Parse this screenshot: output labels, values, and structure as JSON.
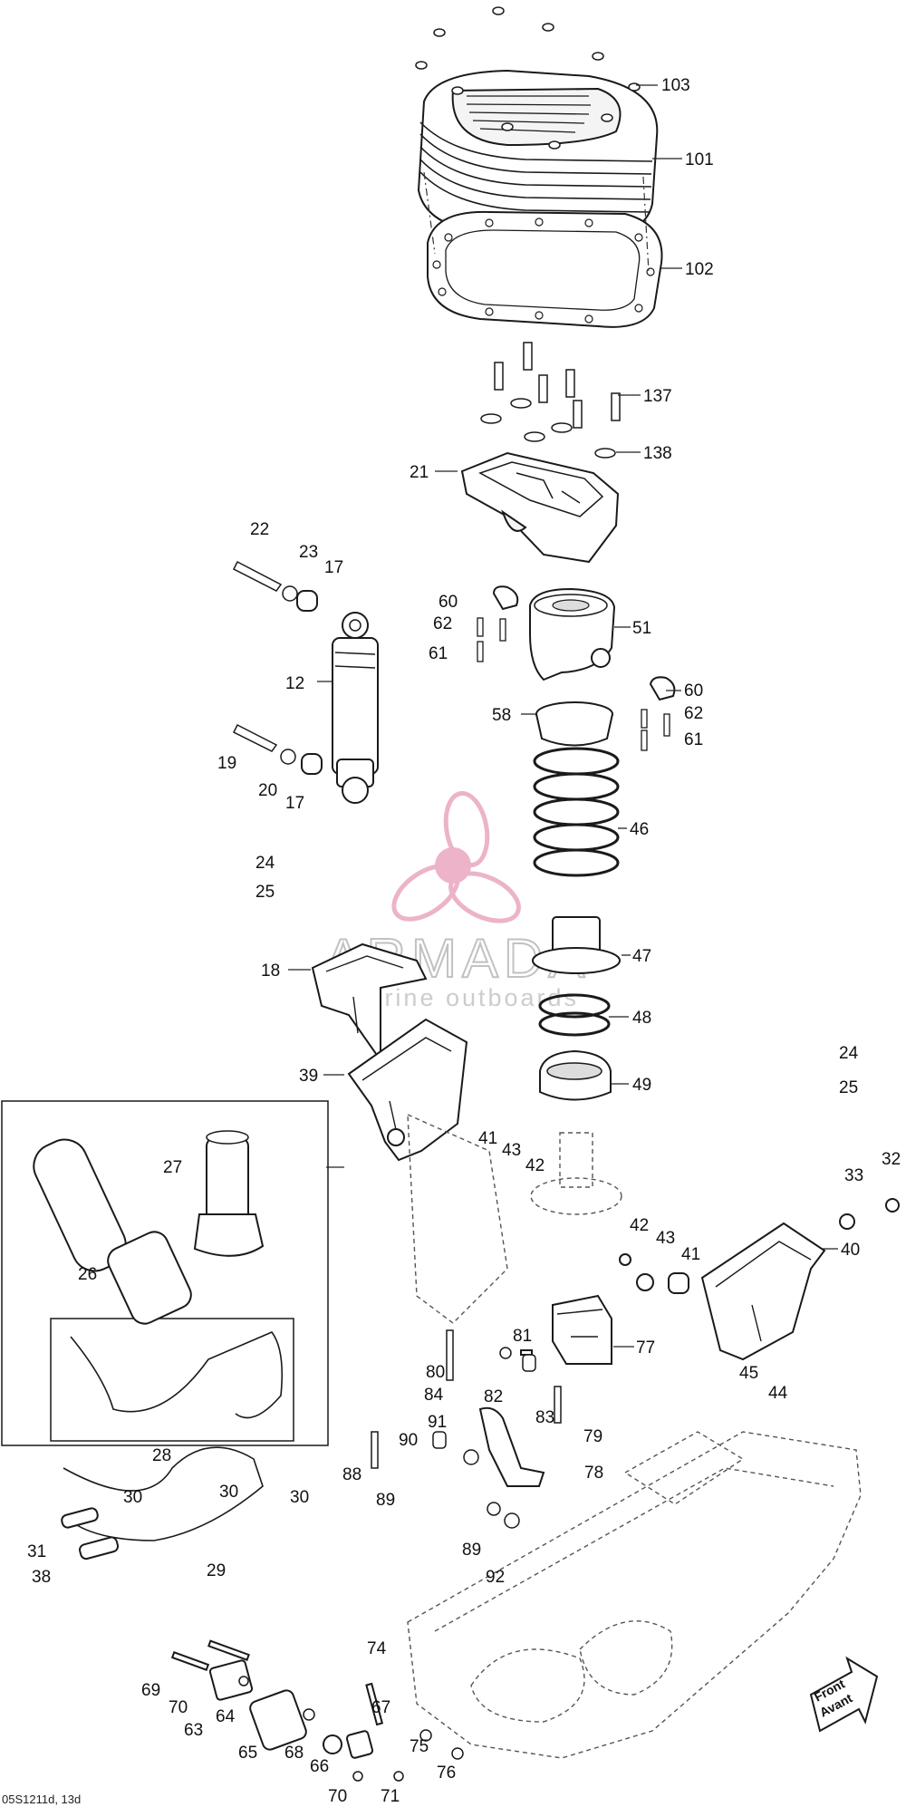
{
  "watermark": {
    "brand": "ARMADA",
    "tagline": "marine outboards",
    "accent_color": "#e9a6c0"
  },
  "reference_code": "05S1211d, 13d",
  "direction_tag": {
    "line1": "Front",
    "line2": "Avant"
  },
  "callouts": [
    "103",
    "101",
    "102",
    "137",
    "138",
    "21",
    "22",
    "23",
    "17",
    "12",
    "19",
    "20",
    "17",
    "60",
    "62",
    "61",
    "51",
    "60",
    "62",
    "61",
    "58",
    "46",
    "24",
    "25",
    "18",
    "47",
    "48",
    "39",
    "49",
    "24",
    "25",
    "27",
    "26",
    "41",
    "43",
    "42",
    "42",
    "43",
    "41",
    "33",
    "32",
    "40",
    "45",
    "44",
    "81",
    "77",
    "80",
    "82",
    "84",
    "83",
    "79",
    "91",
    "90",
    "78",
    "88",
    "89",
    "89",
    "92",
    "28",
    "30",
    "30",
    "30",
    "31",
    "29",
    "38",
    "74",
    "69",
    "70",
    "63",
    "64",
    "67",
    "65",
    "68",
    "66",
    "75",
    "76",
    "70",
    "71"
  ]
}
